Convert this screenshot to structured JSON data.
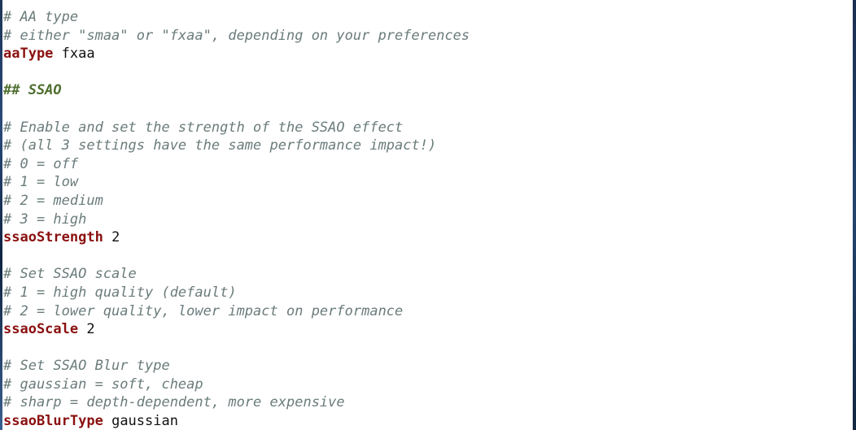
{
  "lines": [
    {
      "type": "comment",
      "text": "# AA type"
    },
    {
      "type": "comment",
      "text": "# either \"smaa\" or \"fxaa\", depending on your preferences"
    },
    {
      "type": "setting",
      "key": "aaType",
      "value": "fxaa"
    },
    {
      "type": "blank",
      "text": ""
    },
    {
      "type": "section",
      "text": "## SSAO"
    },
    {
      "type": "blank",
      "text": ""
    },
    {
      "type": "comment",
      "text": "# Enable and set the strength of the SSAO effect"
    },
    {
      "type": "comment",
      "text": "# (all 3 settings have the same performance impact!)"
    },
    {
      "type": "comment",
      "text": "# 0 = off"
    },
    {
      "type": "comment",
      "text": "# 1 = low"
    },
    {
      "type": "comment",
      "text": "# 2 = medium"
    },
    {
      "type": "comment",
      "text": "# 3 = high"
    },
    {
      "type": "setting",
      "key": "ssaoStrength",
      "value": "2"
    },
    {
      "type": "blank",
      "text": ""
    },
    {
      "type": "comment",
      "text": "# Set SSAO scale"
    },
    {
      "type": "comment",
      "text": "# 1 = high quality (default)"
    },
    {
      "type": "comment",
      "text": "# 2 = lower quality, lower impact on performance"
    },
    {
      "type": "setting",
      "key": "ssaoScale",
      "value": "2"
    },
    {
      "type": "blank",
      "text": ""
    },
    {
      "type": "comment",
      "text": "# Set SSAO Blur type"
    },
    {
      "type": "comment",
      "text": "# gaussian = soft, cheap"
    },
    {
      "type": "comment",
      "text": "# sharp = depth-dependent, more expensive"
    },
    {
      "type": "setting",
      "key": "ssaoBlurType",
      "value": "gaussian"
    }
  ],
  "colors": {
    "comment": "#6b7b7b",
    "section": "#4f6f2f",
    "key": "#8b1010",
    "value": "#111111",
    "background": "#ffffff"
  }
}
